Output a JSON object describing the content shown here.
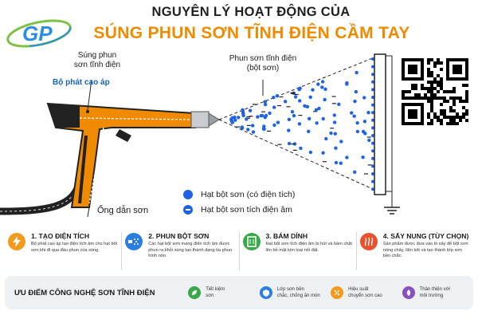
{
  "header": {
    "line1": "NGUYÊN LÝ HOẠT ĐỘNG CỦA",
    "line2": "SÚNG PHUN SƠN TĨNH ĐIỆN CẦM TAY"
  },
  "logo": {
    "text": "GP",
    "colors": [
      "#2a8de0",
      "#7cc242"
    ]
  },
  "labels": {
    "gun_line1": "Súng phun",
    "gun_line2": "sơn tĩnh điện",
    "generator": "Bộ phát cao áp",
    "hose": "Ống dẫn sơn",
    "spray_line1": "Phun sơn tĩnh điện",
    "spray_line2": "(bột sơn)"
  },
  "legend": {
    "charged": "Hạt bột sơn (có điện tích)",
    "negative": "Hạt bột sơn tích điện âm"
  },
  "steps": [
    {
      "title": "1. TẠO ĐIỆN TÍCH",
      "desc": "Bộ phát cao áp tạo điện tích âm cho hạt bột sơn khi đi qua đầu phun của súng.",
      "color": "#f39a1c",
      "icon": "lightning-icon"
    },
    {
      "title": "2. PHUN BỘT SƠN",
      "desc": "Các hạt bột sơn mang điện tích âm được phun ra khỏi súng tạo thành dạng tia phun hình nón.",
      "color": "#2a7de1",
      "icon": "spray-icon"
    },
    {
      "title": "3. BÁM DÍNH",
      "desc": "Hạt bột sơn tích điện âm bị hút và bám chặt lên bề mặt kim loại nối đất.",
      "color": "#3aa84a",
      "icon": "adhesion-icon"
    },
    {
      "title": "4. SẤY NUNG (TÙY CHỌN)",
      "desc": "Sản phẩm được đưa vào lò sấy để bột sơn nóng chảy, liên kết và tạo thành lớp sơn bền chắc.",
      "color": "#e8512c",
      "icon": "heat-icon"
    }
  ],
  "advantages": {
    "title": "ƯU ĐIỂM CÔNG NGHỆ SƠN TĨNH ĐIỆN",
    "items": [
      {
        "line1": "Tiết kiệm",
        "line2": "sơn",
        "color": "#3aa84a",
        "icon": "leaf-icon"
      },
      {
        "line1": "Lớp sơn bền",
        "line2": "chắc, chống ăn mòn",
        "color": "#2a7de1",
        "icon": "shield-icon"
      },
      {
        "line1": "Hiệu suất",
        "line2": "chuyển sơn cao",
        "color": "#f39a1c",
        "icon": "percent-icon"
      },
      {
        "line1": "Thân thiện với",
        "line2": "môi trường",
        "color": "#8a4fc0",
        "icon": "eco-icon"
      }
    ]
  },
  "colors": {
    "accent": "#f08a00",
    "particle": "#1e63e6"
  }
}
